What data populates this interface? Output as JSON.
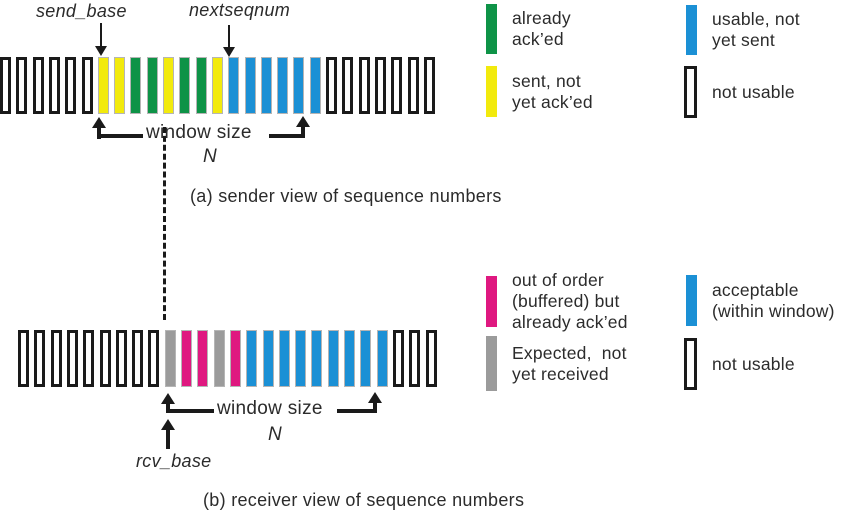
{
  "colors": {
    "green": "#0E9347",
    "yellow": "#F2EA0D",
    "blue": "#1B90D5",
    "magenta": "#DF1880",
    "gray": "#9B9B9B"
  },
  "bar_types": {
    "n": {
      "name": "not-usable",
      "outline": true
    },
    "y": {
      "name": "sent-not-yet-acked",
      "color": "yellow"
    },
    "g": {
      "name": "already-acked",
      "color": "green"
    },
    "b": {
      "name": "usable-not-yet-sent",
      "color": "blue"
    },
    "e": {
      "name": "expected-not-yet-received",
      "color": "gray"
    },
    "o": {
      "name": "out-of-order-buffered",
      "color": "magenta"
    },
    "a": {
      "name": "acceptable-within-window",
      "color": "blue"
    }
  },
  "sender": {
    "send_base_label": "send_base",
    "nextseqnum_label": "nextseqnum",
    "window_size_label": "window size",
    "n_label": "N",
    "caption": "(a) sender view of sequence numbers",
    "bars": [
      "n",
      "n",
      "n",
      "n",
      "n",
      "n",
      "y",
      "y",
      "g",
      "g",
      "y",
      "g",
      "g",
      "y",
      "b",
      "b",
      "b",
      "b",
      "b",
      "b",
      "n",
      "n",
      "n",
      "n",
      "n",
      "n",
      "n"
    ]
  },
  "receiver": {
    "rcv_base_label": "rcv_base",
    "window_size_label": "window size",
    "n_label": "N",
    "caption": "(b) receiver view of sequence numbers",
    "bars": [
      "n",
      "n",
      "n",
      "n",
      "n",
      "n",
      "n",
      "n",
      "n",
      "e",
      "o",
      "o",
      "e",
      "o",
      "a",
      "a",
      "a",
      "a",
      "a",
      "a",
      "a",
      "a",
      "a",
      "n",
      "n",
      "n"
    ]
  },
  "legend_sender": {
    "items": [
      {
        "key": "green",
        "label": "already\nack’ed"
      },
      {
        "key": "blue",
        "label": "usable, not\nyet sent"
      },
      {
        "key": "yellow",
        "label": "sent, not\nyet ack’ed"
      },
      {
        "key": "outline",
        "label": "not usable"
      }
    ]
  },
  "legend_receiver": {
    "items": [
      {
        "key": "magenta",
        "label": "out of order\n(buffered) but\nalready ack’ed"
      },
      {
        "key": "blue",
        "label": "acceptable\n(within window)"
      },
      {
        "key": "gray",
        "label": "Expected,  not\nyet received"
      },
      {
        "key": "outline",
        "label": "not usable"
      }
    ]
  }
}
